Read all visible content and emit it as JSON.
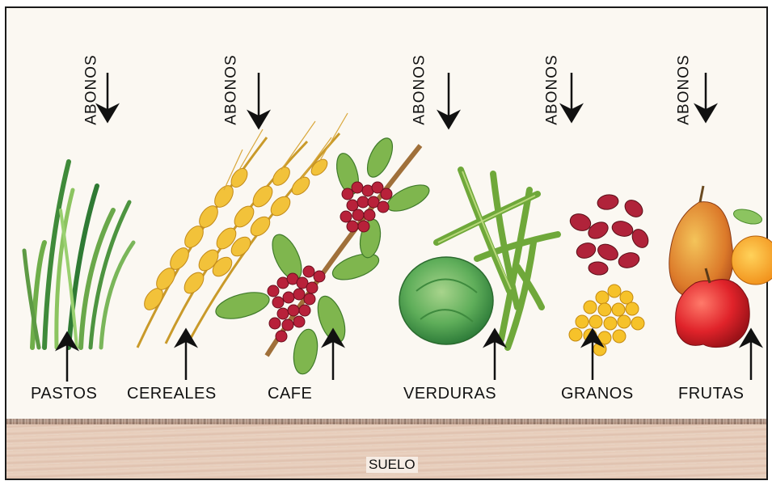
{
  "fertilizer_label": "ABONOS",
  "soil_label": "SUELO",
  "crops": [
    "PASTOS",
    "CEREALES",
    "CAFE",
    "VERDURAS",
    "GRANOS",
    "FRUTAS"
  ]
}
